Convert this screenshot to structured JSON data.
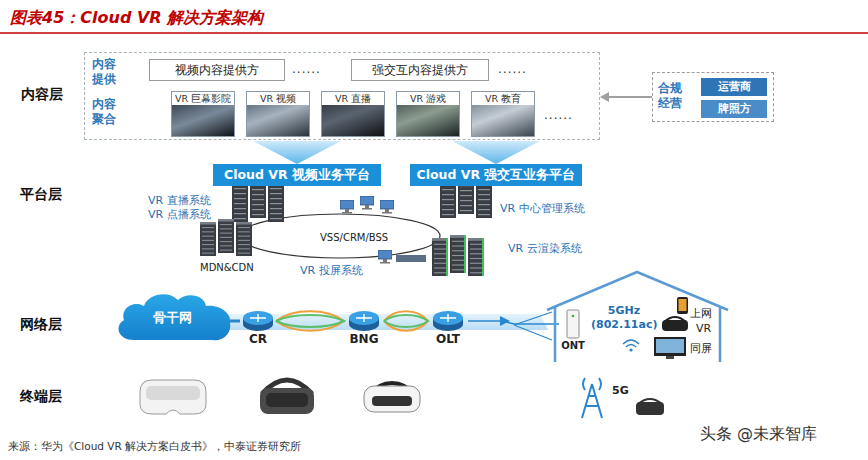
{
  "diagram": {
    "title": "图表45：Cloud VR 解决方案架构",
    "caption": "来源：华为《Cloud VR 解决方案白皮书》，中泰证券研究所",
    "nodes": [
      {
        "text": [
          "内容层"
        ]
      },
      {
        "text": [
          "视频内容提供方"
        ],
        "in": 0
      },
      {
        "text": [
          "强交互内容提供方"
        ],
        "in": 0
      },
      {
        "text": [
          "VR 巨幕影院"
        ],
        "in": 0
      },
      {
        "text": [
          "VR 视频"
        ],
        "in": 0
      },
      {
        "text": [
          "VR 直播"
        ],
        "in": 0
      },
      {
        "text": [
          "VR 游戏"
        ],
        "in": 0
      },
      {
        "text": [
          "VR 教育"
        ],
        "in": 0
      },
      {
        "text": [
          "合规经营"
        ]
      },
      {
        "text": [
          "运营商"
        ],
        "in": 8
      },
      {
        "text": [
          "牌照方"
        ],
        "in": 8
      },
      {
        "text": [
          "Cloud VR 视频业务平台"
        ]
      },
      {
        "text": [
          "Cloud VR 强交互业务平台"
        ]
      },
      {
        "text": [
          "平台层",
          "VR 直播系统 VR 点播系统",
          "VSS/CRM/BSS",
          "VR 中心管理系统",
          "VR 云渲染系统",
          "MDN&CDN",
          "VR 投屏系统"
        ]
      },
      {
        "text": [
          "骨干网"
        ]
      },
      {
        "text": [
          "CR"
        ]
      },
      {
        "text": [
          "BNG"
        ]
      },
      {
        "text": [
          "OLT"
        ]
      },
      {
        "text": [
          "5GHz (802.11ac)"
        ]
      },
      {
        "text": [
          "ONT"
        ],
        "in": 18
      }
    ],
    "edges": [
      {
        "from": 8,
        "to": 0,
        "arrow": "to"
      },
      {
        "from": 0,
        "to": 11,
        "arrow": "to"
      },
      {
        "from": 0,
        "to": 12,
        "arrow": "to"
      },
      {
        "from": 14,
        "to": 15,
        "arrow": "none"
      },
      {
        "from": 15,
        "to": 16,
        "arrow": "none"
      },
      {
        "from": 16,
        "to": 17,
        "arrow": "none"
      },
      {
        "from": 17,
        "to": 19,
        "arrow": "none"
      }
    ],
    "labels": [
      "内容提供",
      "......",
      "......",
      "内容聚合",
      "......",
      "网络层",
      "上网",
      "VR",
      "同屏",
      "终端层",
      "5G",
      "头条 @未来智库"
    ]
  }
}
